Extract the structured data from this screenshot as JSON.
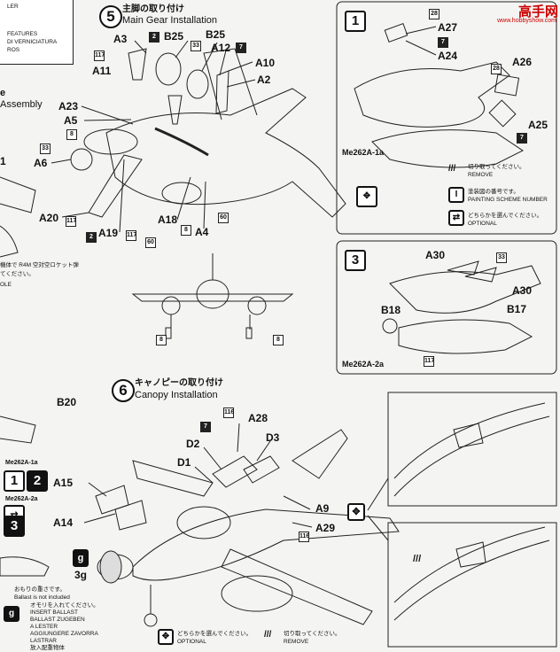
{
  "watermark": {
    "title": "高手网",
    "url": "www.hobbyshow.com"
  },
  "top_left_box": {
    "lines": [
      "LER",
      "FEATURES",
      "DI VERNICIATURA",
      "ROS"
    ]
  },
  "left_fragment": {
    "e_label": "e",
    "assembly": "Assembly",
    "one": "1"
  },
  "step5": {
    "number": "5",
    "title_jp": "主脚の取り付け",
    "title_en": "Main Gear Installation"
  },
  "step5_parts": {
    "A3": "A3",
    "B25a": "B25",
    "B25b": "B25",
    "A11": "A11",
    "A12": "A12",
    "A10": "A10",
    "A2": "A2",
    "A23": "A23",
    "A5": "A5",
    "A6": "A6",
    "A20": "A20",
    "A19": "A19",
    "A18": "A18",
    "A4": "A4"
  },
  "step5_colors": {
    "c117a": "117",
    "c2a": "2",
    "c33a": "33",
    "c7a": "7",
    "c8a": "8",
    "c33b": "33",
    "c117b": "117",
    "c2b": "2",
    "c117c": "117",
    "c60a": "60",
    "c8b": "8",
    "c60b": "60",
    "c8c": "8",
    "c8d": "8"
  },
  "left_note": {
    "lines": [
      "機体で R4M 空対空ロケット弾",
      "てください。",
      "OLE"
    ]
  },
  "panel1": {
    "marker": "1",
    "parts": {
      "A27": "A27",
      "A24": "A24",
      "A26": "A26",
      "A25": "A25"
    },
    "colors": {
      "c28a": "28",
      "c7a": "7",
      "c28b": "28",
      "c7b": "7"
    },
    "caption": "Me262A-1a"
  },
  "legend": {
    "remove_jp": "切り取ってください。",
    "remove_en": "REMOVE",
    "scheme_jp": "塗装図の番号です。",
    "scheme_en": "PAINTING SCHEME NUMBER",
    "optional_jp": "どちらかを選んでください。",
    "optional_en": "OPTIONAL"
  },
  "panel3": {
    "marker": "3",
    "parts": {
      "A30a": "A30",
      "A30b": "A30",
      "B18": "B18",
      "B17": "B17"
    },
    "colors": {
      "c33": "33",
      "c117": "117"
    },
    "caption": "Me262A-2a"
  },
  "step6": {
    "number": "6",
    "title_jp": "キャノピーの取り付け",
    "title_en": "Canopy Installation"
  },
  "step6_parts": {
    "B20": "B20",
    "A28": "A28",
    "D2": "D2",
    "D3": "D3",
    "D1": "D1",
    "A15": "A15",
    "A14": "A14",
    "A9": "A9",
    "A29": "A29"
  },
  "step6_colors": {
    "c7": "7",
    "c116a": "116",
    "c116b": "116"
  },
  "variants": {
    "v1": "Me262A-1a",
    "v1nums": "1 2",
    "v2": "Me262A-2a",
    "v2num": "3"
  },
  "ballast": {
    "weight": "3g",
    "g": "g",
    "notes": [
      "おもりの重さです。",
      "Ballast is not included",
      "オモリを入れてください。",
      "INSERT BALLAST",
      "BALLAST ZUGEBEN",
      "A LESTER",
      "AGGIUNGERE ZAVORRA",
      "LASTRAR",
      "放入配重物体"
    ]
  },
  "bottom_legend": {
    "optional_jp": "どちらかを選んでください。",
    "optional_en": "OPTIONAL",
    "remove_jp": "切り取ってください。",
    "remove_en": "REMOVE"
  }
}
